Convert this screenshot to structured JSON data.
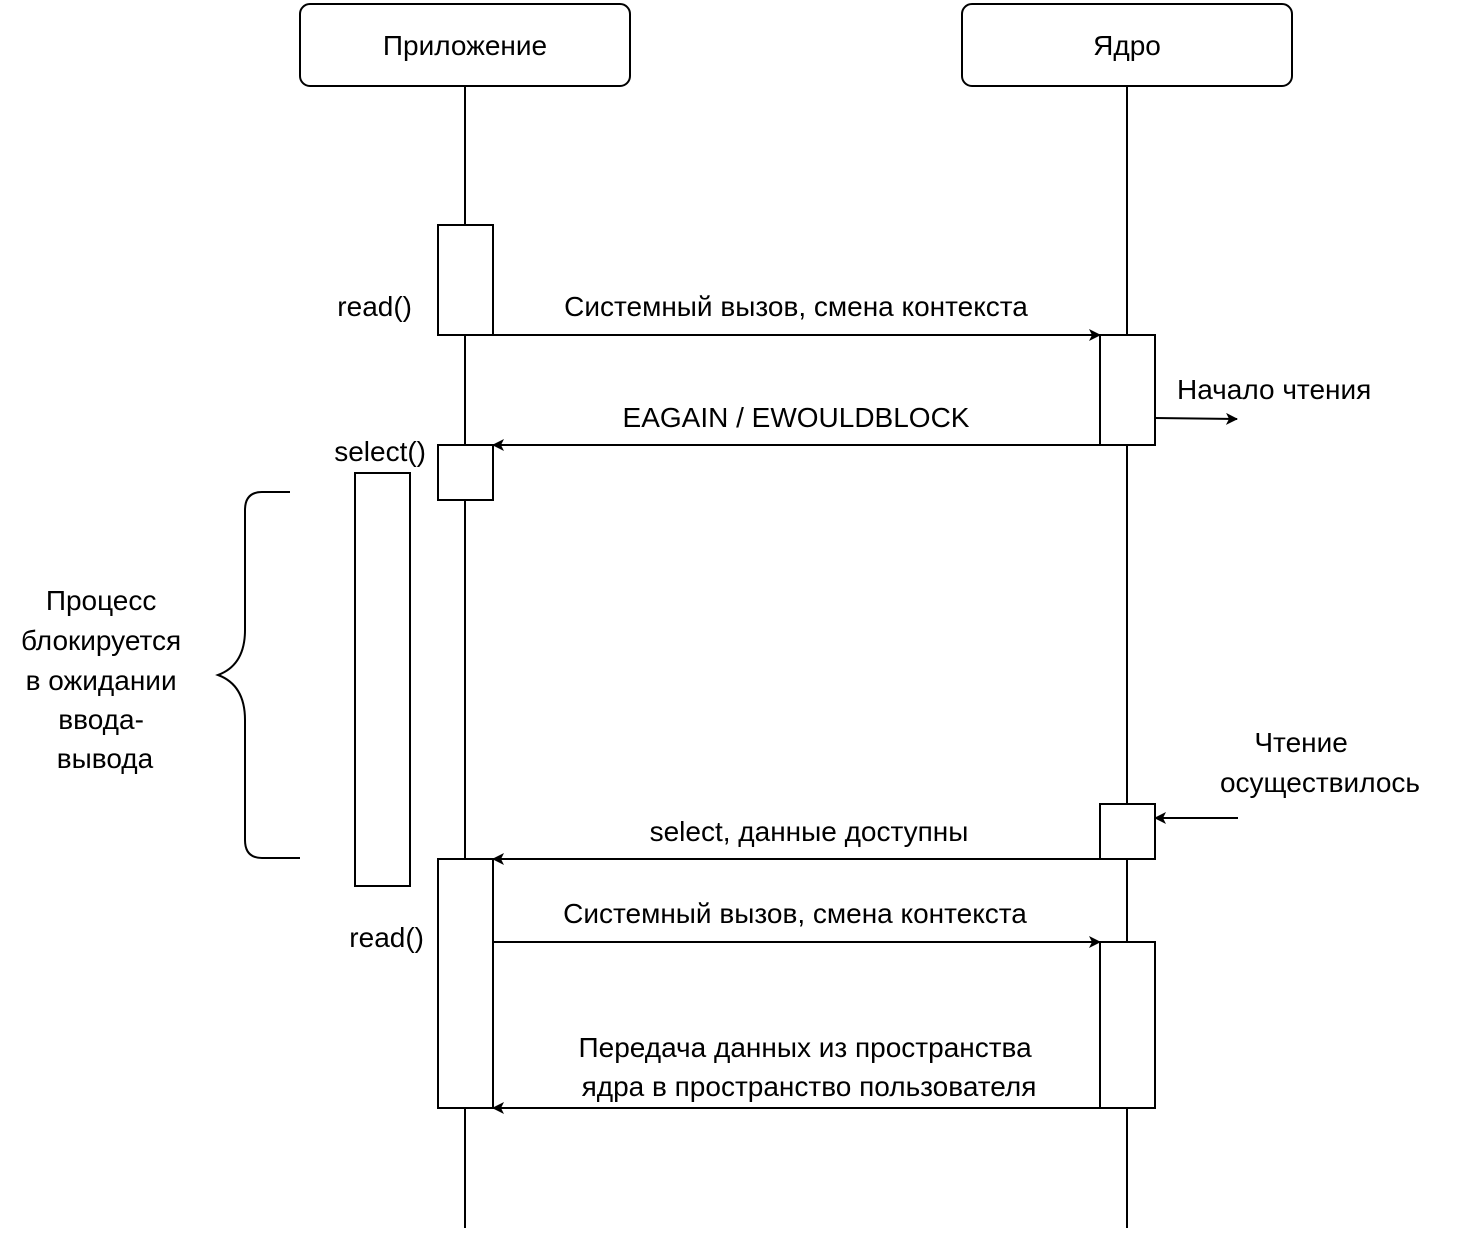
{
  "participants": {
    "app": "Приложение",
    "kernel": "Ядро"
  },
  "labels": {
    "read_1": "read()",
    "syscall_1": "Системный вызов, смена контекста",
    "start_read": "Начало чтения",
    "eagain": "EAGAIN / EWOULDBLOCK",
    "select_call": "select()",
    "blocked_lines": [
      "Процесс",
      "блокируется",
      "в ожидании",
      "ввода-",
      "вывода"
    ],
    "read_done_lines": [
      "Чтение",
      "осуществилось"
    ],
    "select_ready": "select, данные доступны",
    "syscall_2": "Системный вызов, смена контекста",
    "read_2": "read()",
    "copy_lines": [
      "Передача данных из пространства",
      "ядра в пространство пользователя"
    ]
  },
  "colors": {
    "line": "#000000",
    "background": "#ffffff"
  }
}
